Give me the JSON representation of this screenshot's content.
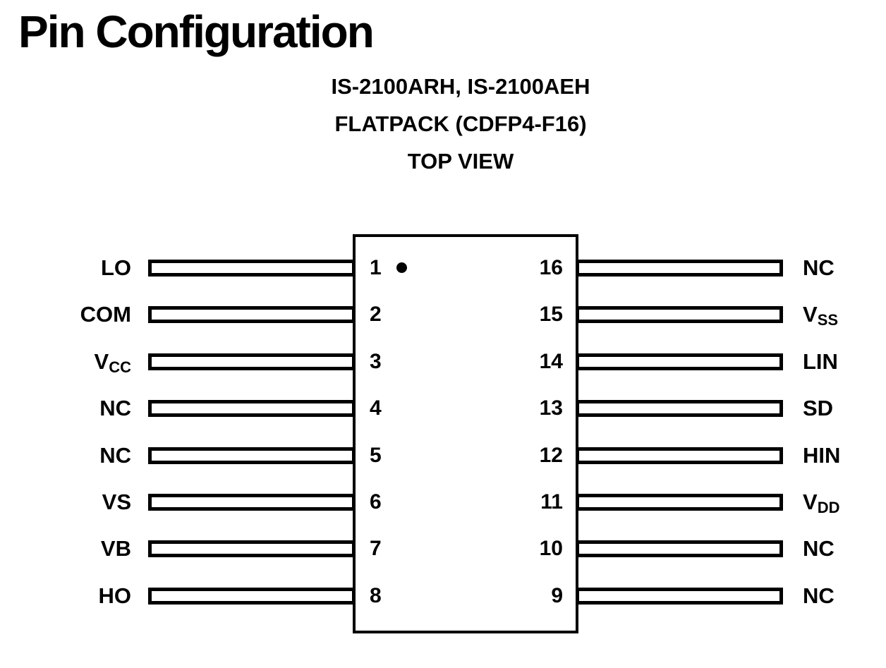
{
  "header": {
    "title": "Pin Configuration",
    "part_numbers": "IS-2100ARH, IS-2100AEH",
    "package": "FLATPACK (CDFP4-F16)",
    "view": "TOP VIEW"
  },
  "pins": {
    "left": [
      {
        "num": "1",
        "label": "LO",
        "sub": ""
      },
      {
        "num": "2",
        "label": "COM",
        "sub": ""
      },
      {
        "num": "3",
        "label": "V",
        "sub": "CC"
      },
      {
        "num": "4",
        "label": "NC",
        "sub": ""
      },
      {
        "num": "5",
        "label": "NC",
        "sub": ""
      },
      {
        "num": "6",
        "label": "VS",
        "sub": ""
      },
      {
        "num": "7",
        "label": "VB",
        "sub": ""
      },
      {
        "num": "8",
        "label": "HO",
        "sub": ""
      }
    ],
    "right": [
      {
        "num": "16",
        "label": "NC",
        "sub": ""
      },
      {
        "num": "15",
        "label": "V",
        "sub": "SS"
      },
      {
        "num": "14",
        "label": "LIN",
        "sub": ""
      },
      {
        "num": "13",
        "label": "SD",
        "sub": ""
      },
      {
        "num": "12",
        "label": "HIN",
        "sub": ""
      },
      {
        "num": "11",
        "label": "V",
        "sub": "DD"
      },
      {
        "num": "10",
        "label": "NC",
        "sub": ""
      },
      {
        "num": "9",
        "label": "NC",
        "sub": ""
      }
    ]
  },
  "colors": {
    "ink": "#000000",
    "background": "#ffffff"
  }
}
